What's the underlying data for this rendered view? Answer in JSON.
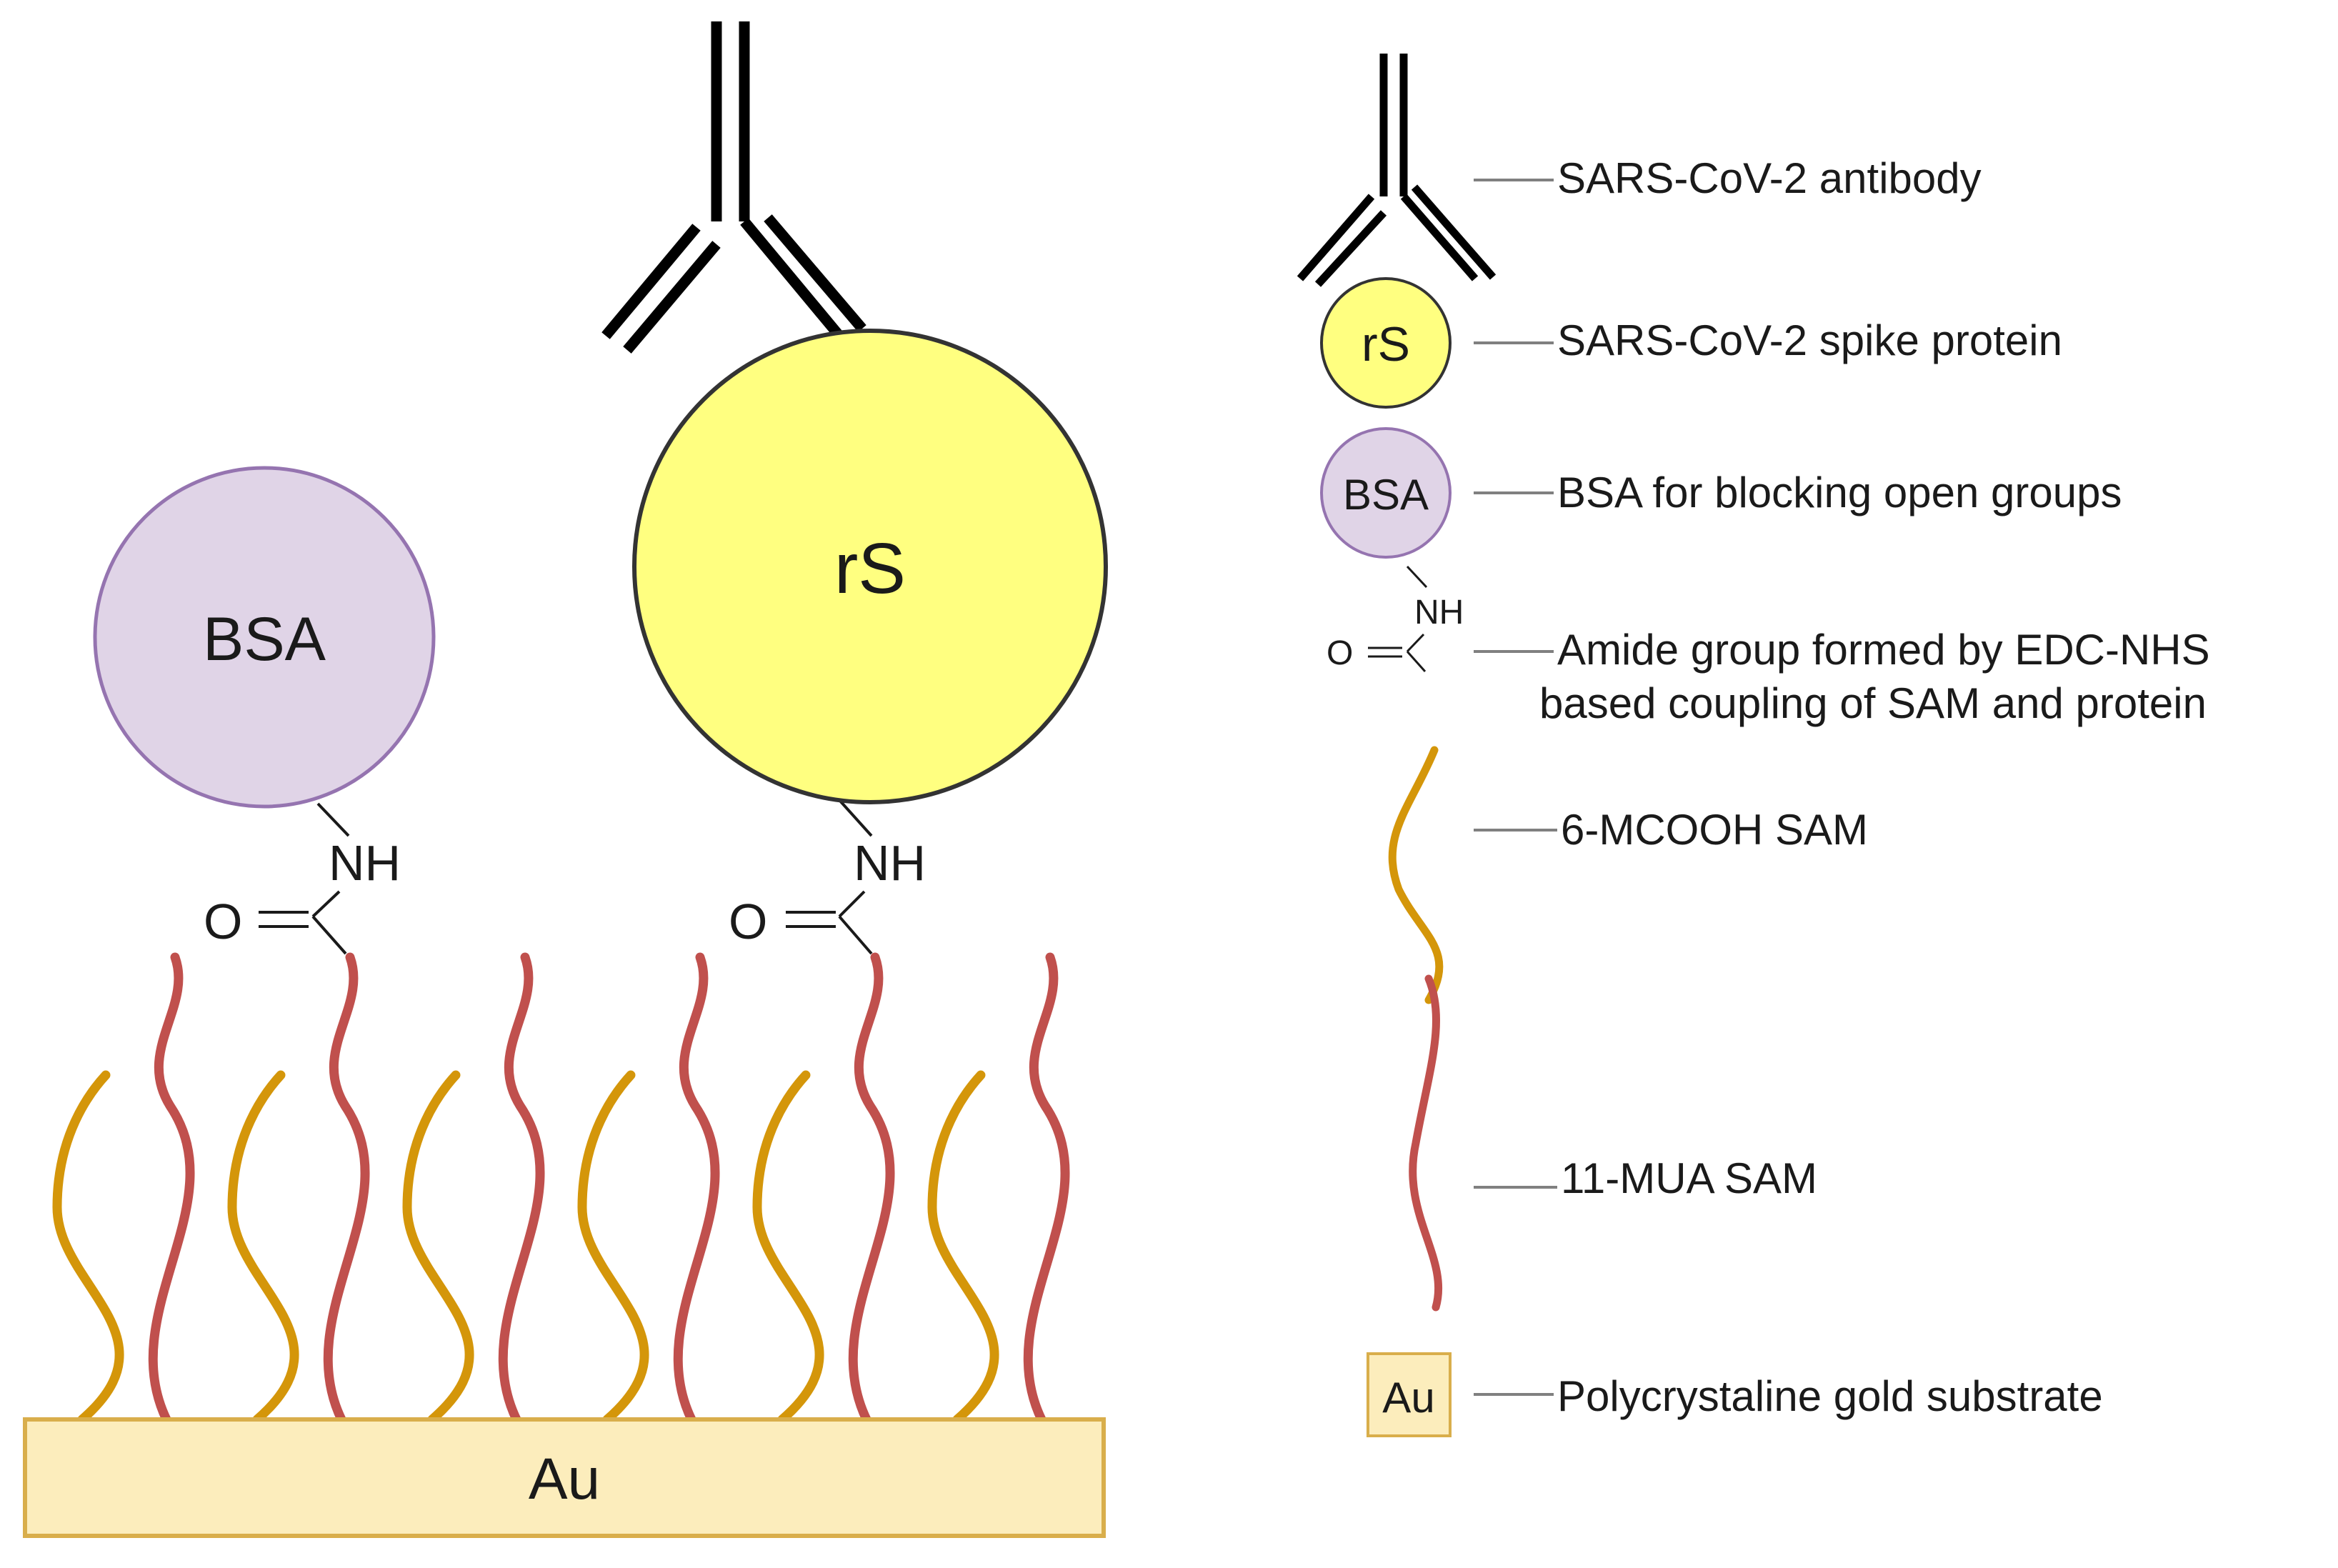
{
  "figure": {
    "colors": {
      "gold_fill": "#FCEDBC",
      "gold_stroke": "#D9AE4B",
      "rs_fill": "#FFFF80",
      "rs_stroke": "#333333",
      "bsa_fill": "#E0D4E7",
      "bsa_stroke": "#9574B0",
      "mua_chain": "#C0504D",
      "mcooh_chain": "#D4960A",
      "antibody": "#000000",
      "leader_line": "#808080"
    },
    "main": {
      "bsa_label": "BSA",
      "rs_label": "rS",
      "substrate_label": "Au",
      "amide_left": {
        "nh": "NH",
        "o": "O"
      },
      "amide_right": {
        "nh": "NH",
        "o": "O"
      }
    },
    "legend": {
      "rs_symbol": "rS",
      "bsa_symbol": "BSA",
      "amide_nh": "NH",
      "amide_o": "O",
      "au_symbol": "Au",
      "items": [
        {
          "label": "SARS-CoV-2 antibody"
        },
        {
          "label": "SARS-CoV-2 spike protein"
        },
        {
          "label": "BSA for blocking open groups"
        },
        {
          "label_line1": "Amide group formed by EDC-NHS",
          "label_line2": "based coupling of SAM and protein"
        },
        {
          "label": "6-MCOOH SAM"
        },
        {
          "label": "11-MUA SAM"
        },
        {
          "label": "Polycrystaline gold substrate"
        }
      ]
    }
  }
}
